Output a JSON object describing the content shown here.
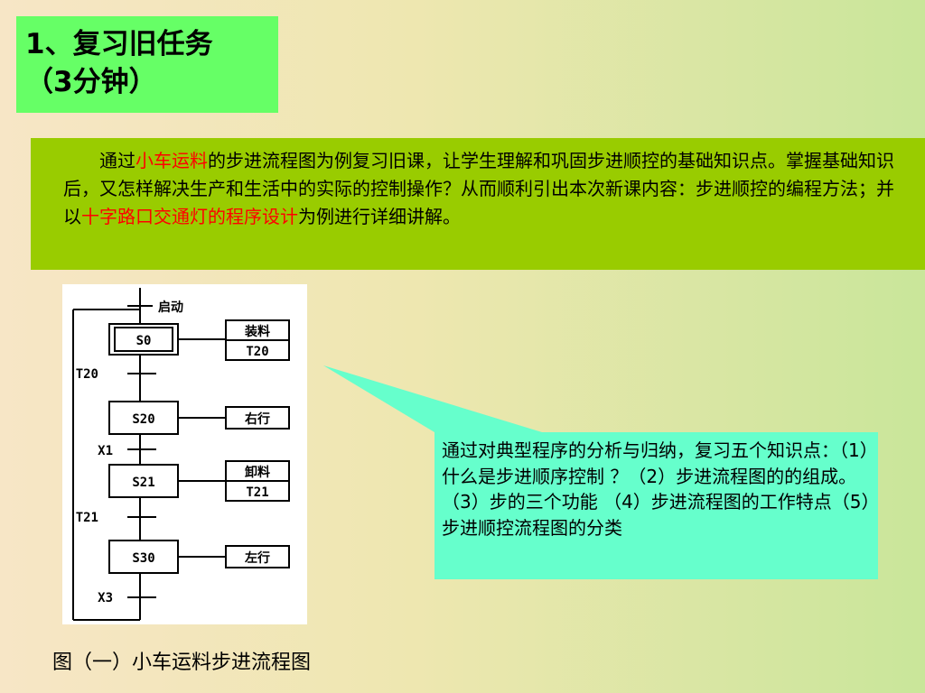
{
  "title": {
    "line1": "1、复习旧任务",
    "line2": "（3分钟）"
  },
  "description": {
    "part1": "通过",
    "highlight1": "小车运料",
    "part2": "的步进流程图为例复习旧课，让学生理解和巩固步进顺控的基础知识点。掌握基础知识后，又怎样解决生产和生活中的实际的控制操作？从而顺利引出本次新课内容：步进顺控的编程方法；并以",
    "highlight2": "十字路口交通灯的程序设计",
    "part3": "为例进行详细讲解。"
  },
  "diagram": {
    "start_label": "启动",
    "steps": [
      {
        "id": "S0",
        "actions": [
          "装料",
          "T20"
        ]
      },
      {
        "id": "S20",
        "actions": [
          "右行"
        ]
      },
      {
        "id": "S21",
        "actions": [
          "卸料",
          "T21"
        ]
      },
      {
        "id": "S30",
        "actions": [
          "左行"
        ]
      }
    ],
    "transitions": [
      "T20",
      "X1",
      "T21",
      "X3"
    ]
  },
  "callout": {
    "text": "通过对典型程序的分析与归纳，复习五个知识点：（1）什么是步进顺序控制 ？（2）步进流程图的的组成。（3）步的三个功能 （4）步进流程图的工作特点（5）步进顺控流程图的分类"
  },
  "caption": "图（一）小车运料步进流程图",
  "colors": {
    "title_bg": "#66ff66",
    "desc_bg": "#99cc00",
    "callout_bg": "#66ffcc",
    "highlight": "#ff0000"
  }
}
